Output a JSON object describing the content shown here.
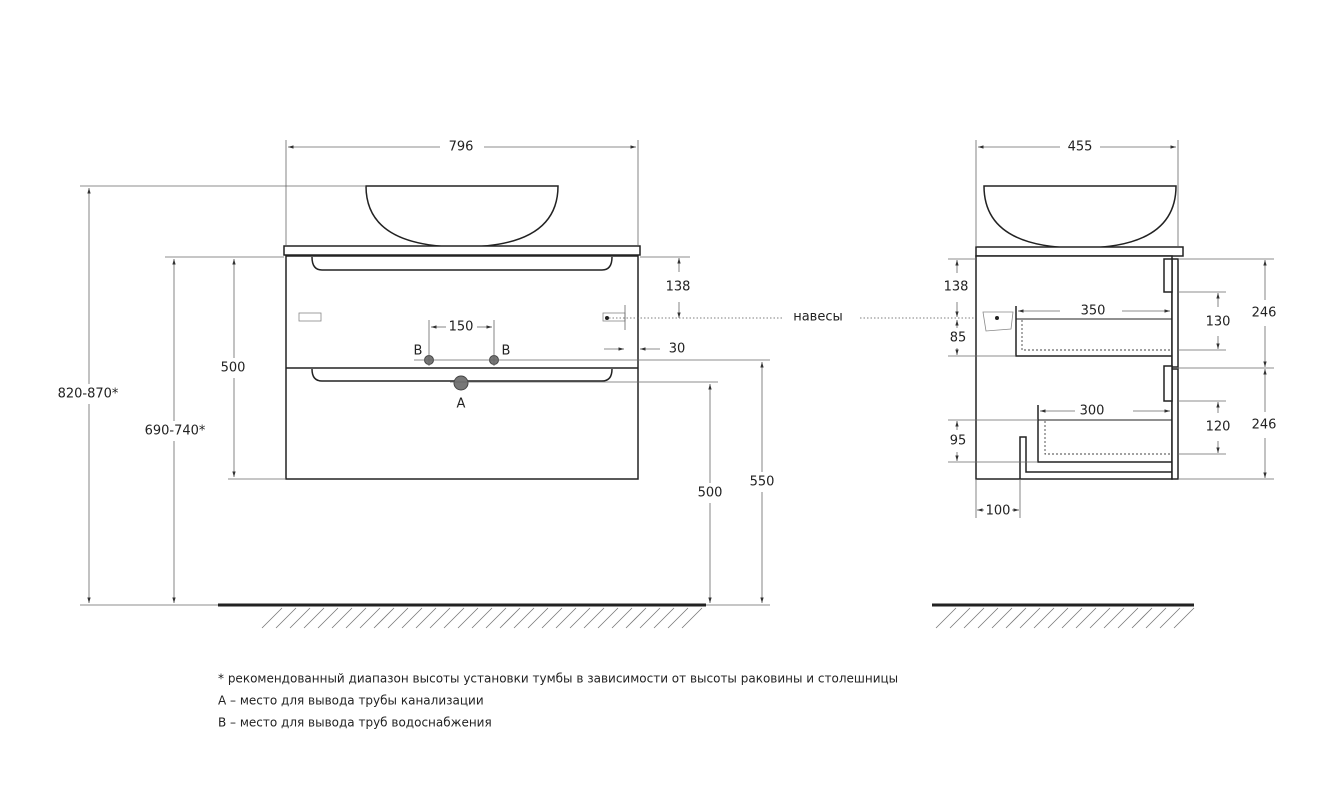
{
  "front_view": {
    "width": "796",
    "total_height": "820-870*",
    "cabinet_mount_height": "690-740*",
    "cabinet_height": "500",
    "hinge_offset_top": "138",
    "hinge_offset_side": "30",
    "water_pipe_spacing": "150",
    "water_pipe_label_left": "B",
    "water_pipe_label_right": "B",
    "drain_label": "A",
    "drain_height": "500",
    "water_height": "550"
  },
  "hinges_label": "навесы",
  "side_view": {
    "depth": "455",
    "hinge_offset_top": "138",
    "drawer1_offset": "85",
    "drawer2_offset": "95",
    "back_offset": "100",
    "drawer1_depth": "350",
    "drawer2_depth": "300",
    "drawer1_inner_height": "130",
    "drawer2_inner_height": "120",
    "drawer1_front_height": "246",
    "drawer2_front_height": "246"
  },
  "notes": [
    "* рекомендованный диапазон высоты установки тумбы в зависимости от высоты раковины и столешницы",
    "А – место для вывода трубы канализации",
    "В – место для вывода труб водоснабжения"
  ]
}
